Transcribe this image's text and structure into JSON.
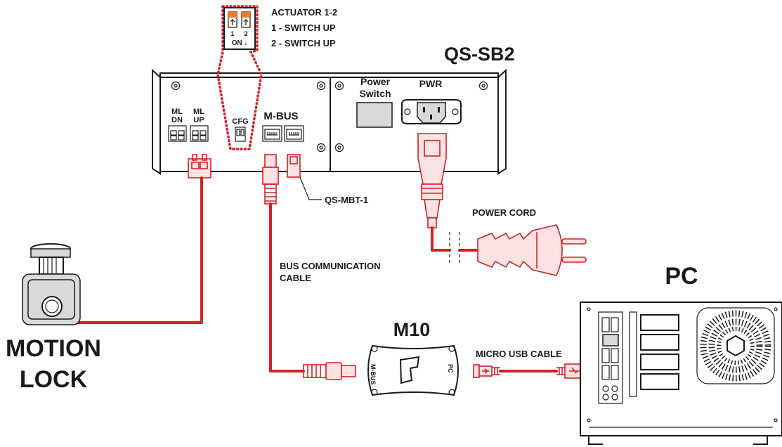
{
  "device": {
    "title": "QS-SB2",
    "labels": {
      "ml_dn": [
        "ML",
        "DN"
      ],
      "ml_up": [
        "ML",
        "UP"
      ],
      "cfg": "CFG",
      "mbus": "M-BUS",
      "power_switch": [
        "Power",
        "Switch"
      ],
      "pwr": "PWR"
    }
  },
  "actuator_callout": {
    "title": "ACTUATOR 1-2",
    "line1": "1 - SWITCH UP",
    "line2": "2 - SWITCH UP",
    "dip_numbers": [
      "1",
      "2"
    ],
    "dip_on": "ON ↓"
  },
  "labels": {
    "terminator": "QS-MBT-1",
    "power_cord": "POWER CORD",
    "bus_cable": [
      "BUS COMMUNICATION",
      "CABLE"
    ],
    "motion_lock": [
      "MOTION",
      "LOCK"
    ],
    "m10": "M10",
    "m10_mbus": "M-BUS",
    "m10_pc": "PC",
    "micro_usb": "MICRO USB CABLE",
    "pc": "PC"
  },
  "colors": {
    "cable": "#d42027",
    "outline": "#1a1a1a"
  }
}
